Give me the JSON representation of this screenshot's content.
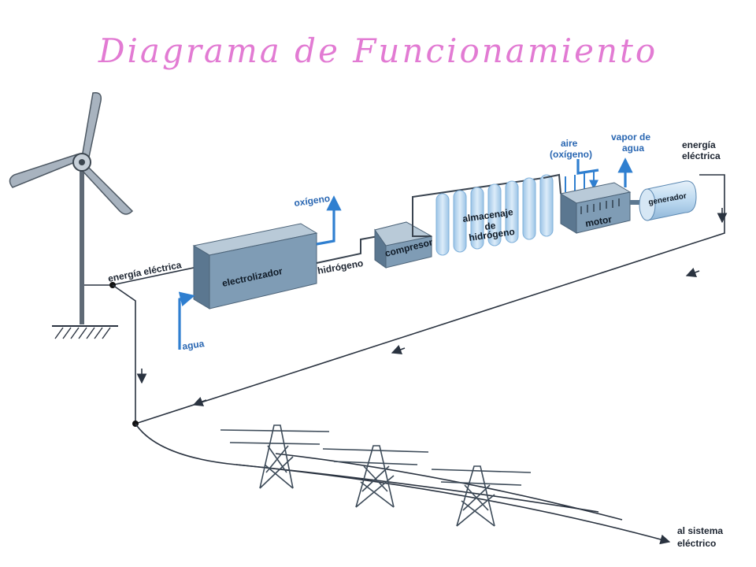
{
  "title": "Diagrama de Funcionamiento",
  "labels": {
    "energia_electrica_left": "energía eléctrica",
    "electrolizador": "electrolizador",
    "agua": "agua",
    "oxigeno": "oxígeno",
    "hidrogeno": "hidrógeno",
    "compresor": "compresor",
    "almacenaje_1": "almacenaje",
    "almacenaje_2": "de",
    "almacenaje_3": "hidrógeno",
    "aire_1": "aire",
    "aire_2": "(oxígeno)",
    "vapor_1": "vapor de",
    "vapor_2": "agua",
    "motor": "motor",
    "generador": "generador",
    "energia_electrica_right_1": "energía",
    "energia_electrica_right_2": "eléctrica",
    "al_sistema_1": "al sistema",
    "al_sistema_2": "eléctrico"
  },
  "colors": {
    "title": "#e27bd3",
    "box_front": "#7f9cb5",
    "box_top": "#b9cad8",
    "box_side": "#5b7790",
    "tank": "#bcd9f0",
    "blue_pipe": "#2f7fd0",
    "wire": "#2a3340"
  }
}
